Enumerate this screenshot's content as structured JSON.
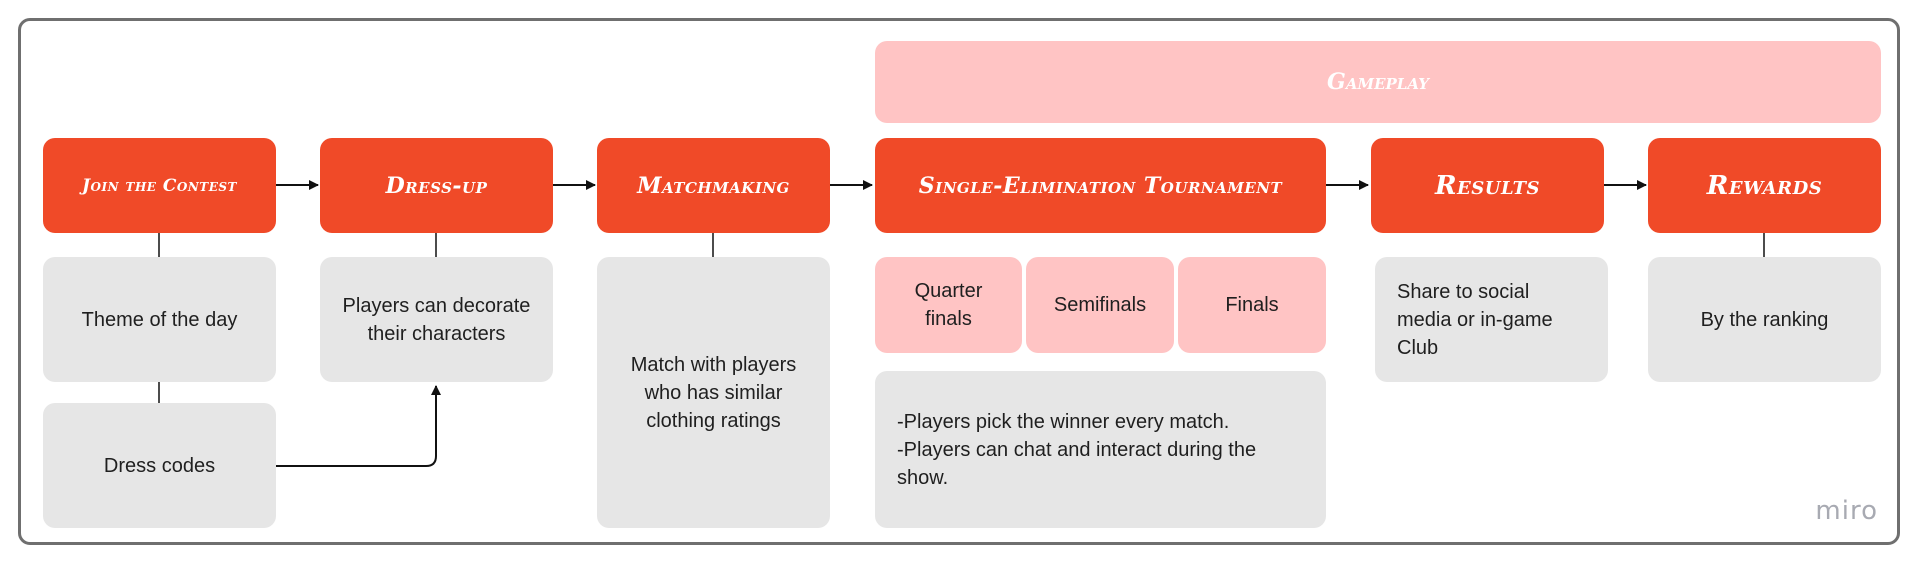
{
  "banner": {
    "label": "Gameplay"
  },
  "stages": [
    {
      "title": "Join the Contest"
    },
    {
      "title": "Dress-up"
    },
    {
      "title": "Matchmaking"
    },
    {
      "title": "Single-Elimination Tournament"
    },
    {
      "title": "Results"
    },
    {
      "title": "Rewards"
    }
  ],
  "notes": {
    "theme": "Theme of the day",
    "dress_codes": "Dress codes",
    "decorate": "Players can decorate their characters",
    "match": "Match with players who has similar clothing ratings",
    "quarter": "Quarter finals",
    "semi": "Semifinals",
    "finals": "Finals",
    "tournament_desc": "-Players pick the winner every match.\n-Players can chat and interact during the show.",
    "results_desc": "Share to social media or in-game Club",
    "rewards_desc": "By the ranking"
  },
  "logo": "miro",
  "colors": {
    "accent": "#f04a28",
    "pink": "#ffc4c4",
    "gray": "#e6e6e6"
  }
}
